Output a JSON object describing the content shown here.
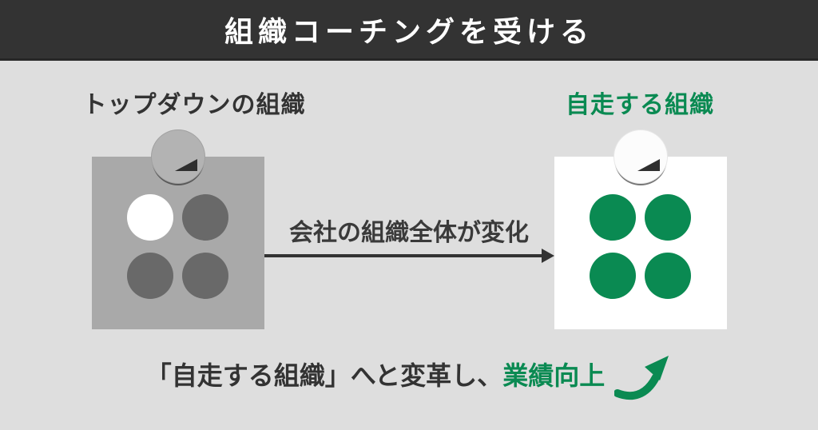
{
  "header": {
    "title": "組織コーチングを受ける"
  },
  "diagram": {
    "left_org": {
      "label": "トップダウンの組織",
      "box_color": "#a9a9a9",
      "leader_circle_color": "#b3b3b3",
      "member_colors": [
        "#ffffff",
        "#696969",
        "#696969",
        "#696969"
      ]
    },
    "right_org": {
      "label": "自走する組織",
      "label_color": "#0a8a52",
      "box_color": "#ffffff",
      "leader_circle_color": "#fcfcfc",
      "member_colors": [
        "#0a8a52",
        "#0a8a52",
        "#0a8a52",
        "#0a8a52"
      ]
    },
    "transition": {
      "label": "会社の組織全体が変化",
      "arrow_color": "#333333"
    }
  },
  "footer": {
    "prefix": "「自走する組織」へと変革し、",
    "highlight": "業績向上",
    "highlight_color": "#0a8a52"
  },
  "icons": {
    "leader_triangle": "play-ramp-triangle-icon",
    "growth_arrow": "curved-up-right-arrow-icon"
  },
  "colors": {
    "header_bg": "#333333",
    "header_text": "#ffffff",
    "page_bg": "#dedede",
    "accent_green": "#0a8a52",
    "dark_text": "#333333",
    "member_dark": "#696969"
  }
}
